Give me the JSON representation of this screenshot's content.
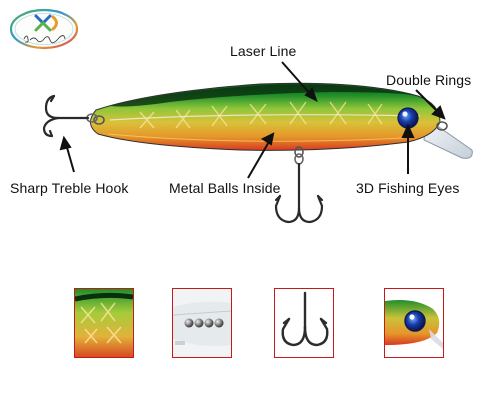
{
  "brand": {
    "signature": "J.Fisherman",
    "accent_colors": [
      "#5ab04a",
      "#2a6cc4",
      "#e89a2a",
      "#c03a7a"
    ]
  },
  "product": {
    "icon": "fishing-lure-minnow",
    "body_colors": {
      "back": "#1f8f2a",
      "side": "#d8c23a",
      "belly": "#d83a20",
      "eye": "#1a3aa8"
    }
  },
  "callouts": {
    "laser_line": "Laser Line",
    "double_rings": "Double Rings",
    "sharp_treble_hook": "Sharp Treble Hook",
    "metal_balls_inside": "Metal Balls Inside",
    "fishing_eyes": "3D Fishing Eyes"
  },
  "thumbnails": [
    {
      "name": "pattern-detail",
      "icon": "scale-pattern"
    },
    {
      "name": "metal-balls-detail",
      "icon": "metal-balls"
    },
    {
      "name": "hook-detail",
      "icon": "treble-hook"
    },
    {
      "name": "eye-detail",
      "icon": "3d-eye"
    }
  ],
  "frame_color": "#c41a1a"
}
